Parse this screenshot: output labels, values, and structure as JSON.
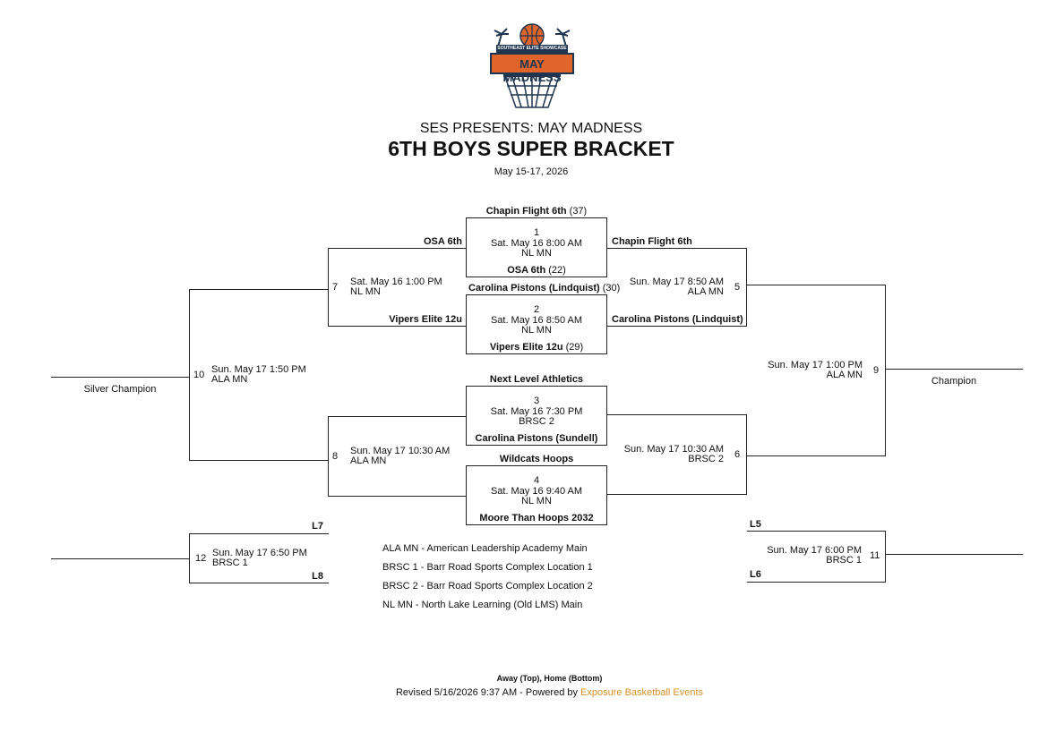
{
  "logo": {
    "top_text": "SOUTHEAST ELITE SHOWCASE",
    "main_text": "MAY MADNESS"
  },
  "header": {
    "presents": "SES PRESENTS: MAY MADNESS",
    "title": "6TH BOYS SUPER BRACKET",
    "dates": "May 15-17, 2026"
  },
  "games": {
    "g1": {
      "num": "1",
      "time": "Sat. May 16 8:00 AM",
      "loc": "NL MN",
      "away": "Chapin Flight 6th",
      "away_seed": "(37)",
      "home": "OSA 6th",
      "home_seed": "(22)"
    },
    "g2": {
      "num": "2",
      "time": "Sat. May 16 8:50 AM",
      "loc": "NL MN",
      "away": "Carolina Pistons (Lindquist)",
      "away_seed": "(30)",
      "home": "Vipers Elite 12u",
      "home_seed": "(29)"
    },
    "g3": {
      "num": "3",
      "time": "Sat. May 16 7:30 PM",
      "loc": "BRSC 2",
      "away": "Next Level Athletics",
      "home": "Carolina Pistons (Sundell)"
    },
    "g4": {
      "num": "4",
      "time": "Sat. May 16 9:40 AM",
      "loc": "NL MN",
      "away": "Wildcats Hoops",
      "home": "Moore Than Hoops 2032"
    },
    "g5": {
      "num": "5",
      "time": "Sun. May 17 8:50 AM",
      "loc": "ALA MN",
      "away": "Chapin Flight 6th",
      "home": "Carolina Pistons (Lindquist)"
    },
    "g6": {
      "num": "6",
      "time": "Sun. May 17 10:30 AM",
      "loc": "BRSC 2"
    },
    "g7": {
      "num": "7",
      "time": "Sat. May 16 1:00 PM",
      "loc": "NL MN",
      "away": "OSA 6th",
      "home": "Vipers Elite 12u"
    },
    "g8": {
      "num": "8",
      "time": "Sun. May 17 10:30 AM",
      "loc": "ALA MN"
    },
    "g9": {
      "num": "9",
      "time": "Sun. May 17 1:00 PM",
      "loc": "ALA MN"
    },
    "g10": {
      "num": "10",
      "time": "Sun. May 17 1:50 PM",
      "loc": "ALA MN"
    },
    "g11": {
      "num": "11",
      "time": "Sun. May 17 6:00 PM",
      "loc": "BRSC 1",
      "away": "L5",
      "home": "L6"
    },
    "g12": {
      "num": "12",
      "time": "Sun. May 17 6:50 PM",
      "loc": "BRSC 1",
      "away": "L7",
      "home": "L8"
    }
  },
  "labels": {
    "champion": "Champion",
    "silver_champion": "Silver Champion"
  },
  "legend": [
    "ALA MN - American Leadership Academy Main",
    "BRSC 1 - Barr Road Sports Complex Location 1",
    "BRSC 2 - Barr Road Sports Complex Location 2",
    "NL MN - North Lake Learning (Old LMS) Main"
  ],
  "footer": {
    "note": "Away (Top), Home (Bottom)",
    "revised": "Revised 5/16/2026 9:37 AM - Powered by ",
    "link": "Exposure Basketball Events"
  },
  "colors": {
    "logo_navy": "#1f3550",
    "logo_orange": "#e0652a",
    "link": "#d4902a",
    "line": "#222222"
  }
}
